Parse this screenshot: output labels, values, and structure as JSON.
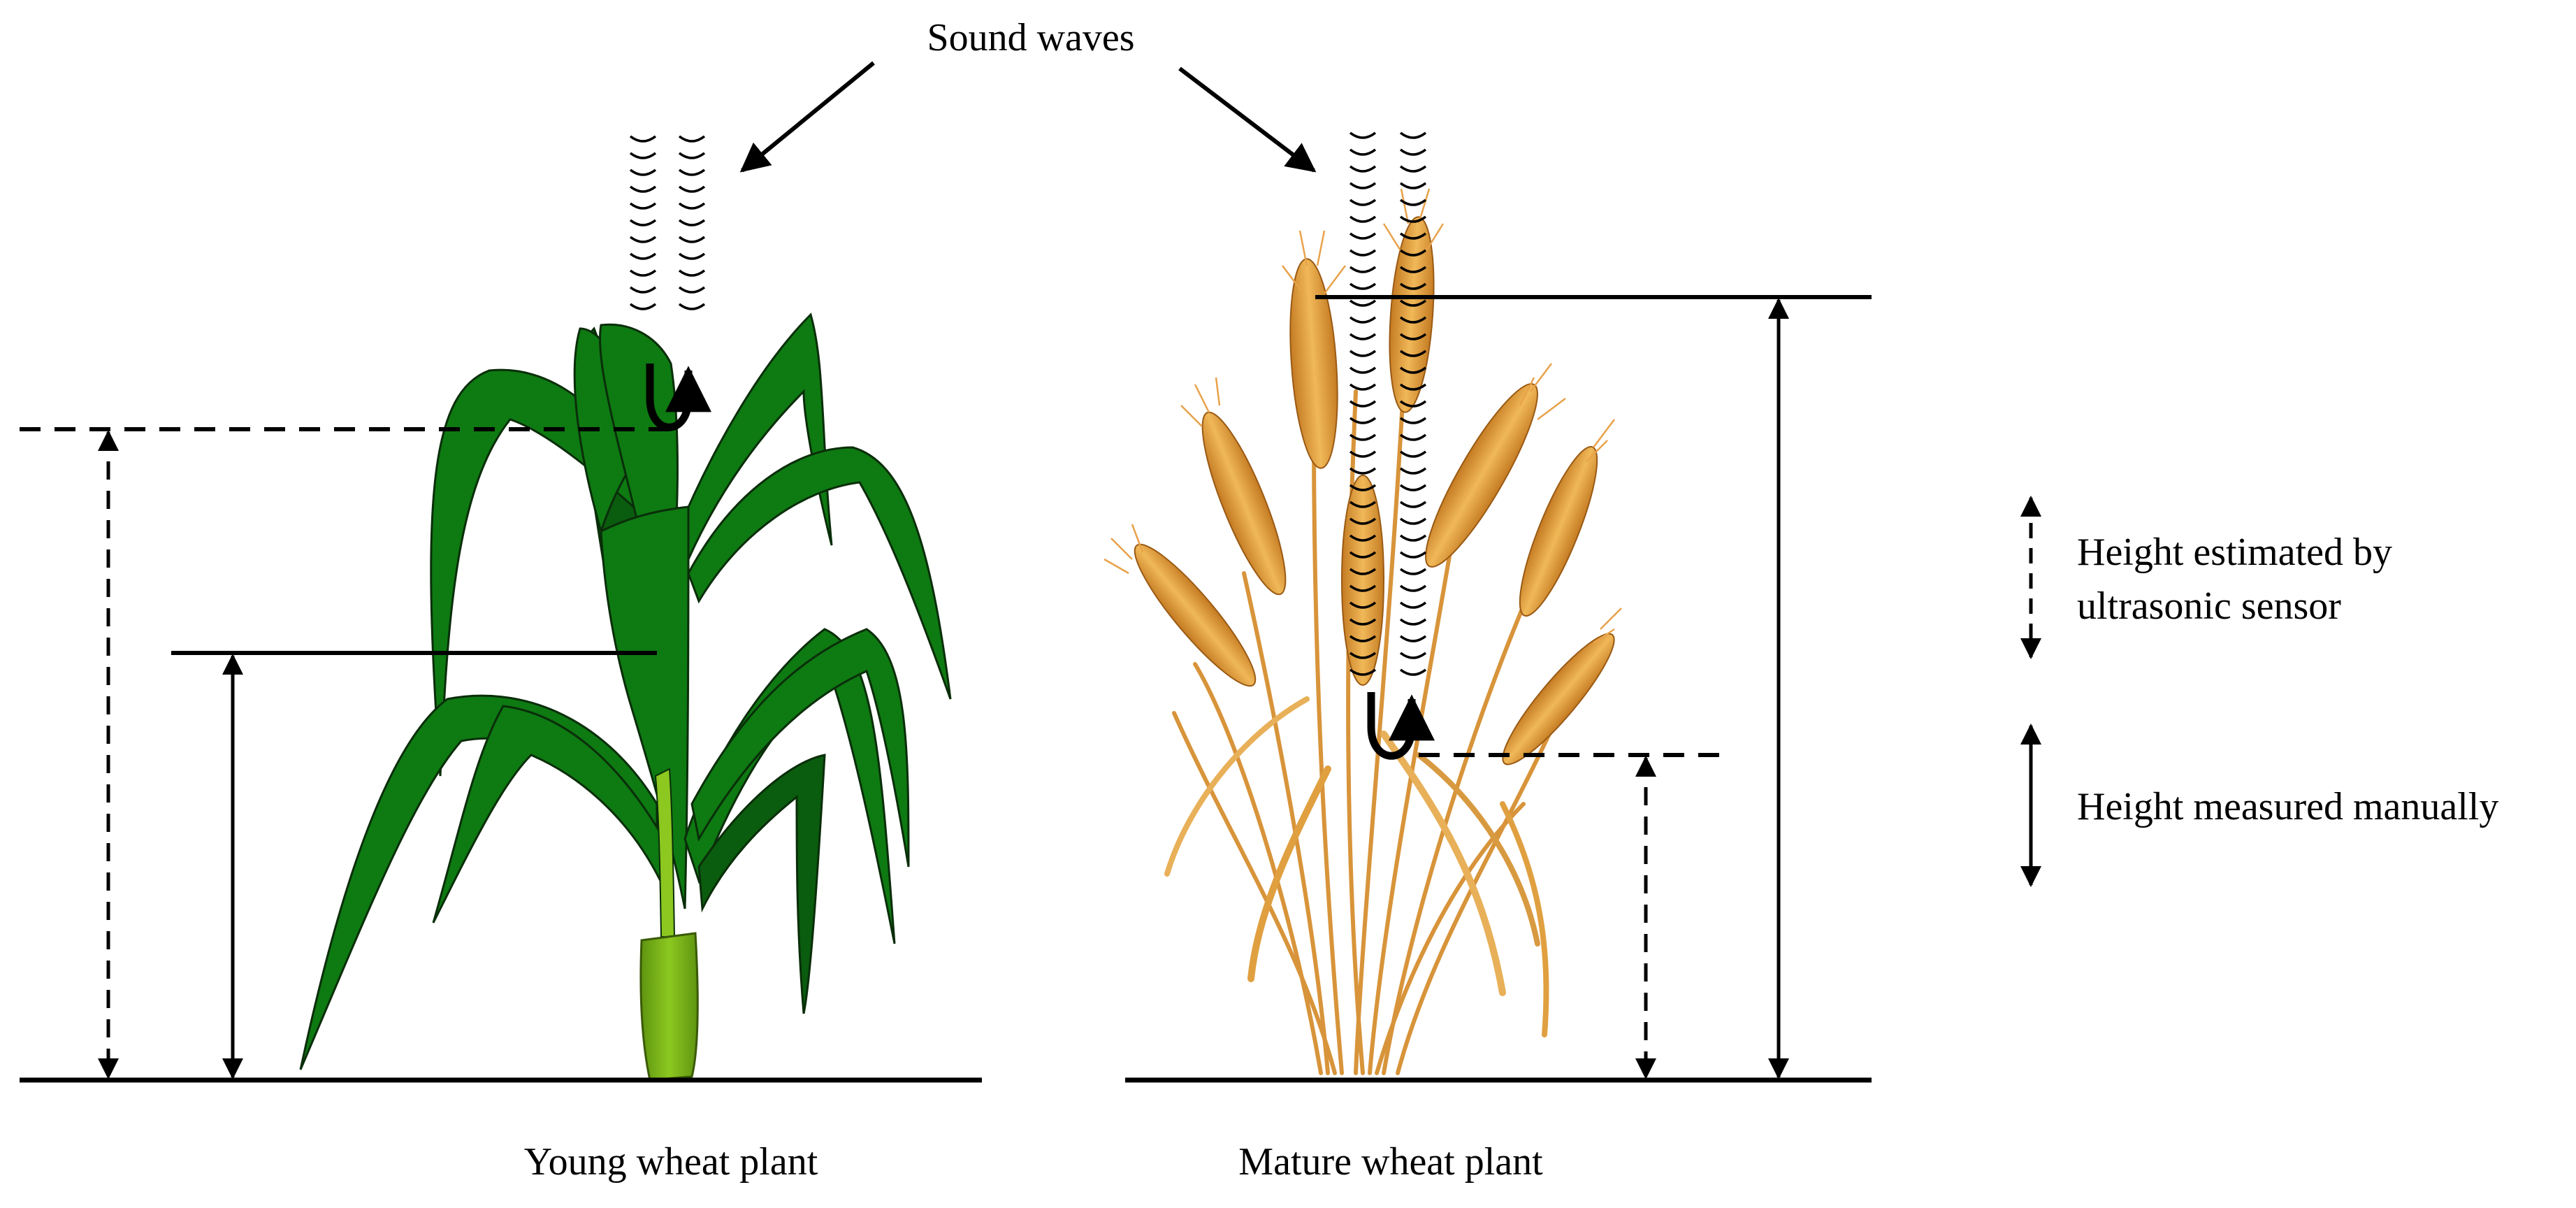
{
  "labels": {
    "sound_waves": "Sound waves",
    "young_plant": "Young wheat plant",
    "mature_plant": "Mature wheat plant",
    "legend_sensor_line1": "Height estimated by",
    "legend_sensor_line2": "ultrasonic sensor",
    "legend_manual": "Height measured manually"
  },
  "colors": {
    "young_leaf": "#0e7a12",
    "young_leaf_dark": "#0a5c0e",
    "young_stem": "#7cb518",
    "mature_stalk": "#d8943a",
    "mature_head": "#e0a040",
    "lines": "#000000"
  },
  "legend": [
    {
      "style": "dashed",
      "meaning": "Height estimated by ultrasonic sensor"
    },
    {
      "style": "solid",
      "meaning": "Height measured manually"
    }
  ]
}
